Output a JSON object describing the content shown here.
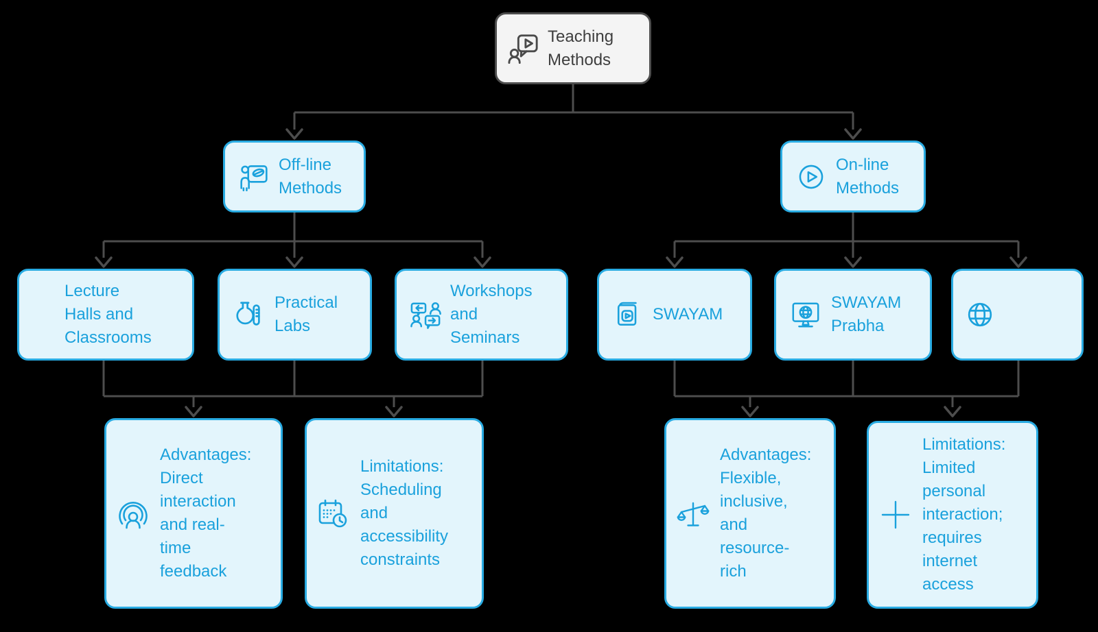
{
  "diagram_title": "Teaching Methods mind map",
  "colors": {
    "background": "#000000",
    "node_fill": "#e3f5fc",
    "node_border": "#29abe2",
    "node_text": "#1aa1dc",
    "root_fill": "#f4f4f4",
    "root_border": "#4d4d4d",
    "root_text": "#3f3f3f",
    "connector": "#4d4d4d"
  },
  "nodes": {
    "teaching": {
      "label": "Teaching\nMethods",
      "icon": "presenter-play-bubble-icon"
    },
    "offline": {
      "label": "Off-line\nMethods",
      "icon": "teacher-whiteboard-icon"
    },
    "online": {
      "label": "On-line\nMethods",
      "icon": "play-circle-icon"
    },
    "lecture": {
      "label": "Lecture\nHalls and\nClassrooms"
    },
    "labs": {
      "label": "Practical\nLabs",
      "icon": "flask-testtube-icon"
    },
    "workshops": {
      "label": "Workshops\nand\nSeminars",
      "icon": "group-discussion-icon"
    },
    "swayam": {
      "label": "SWAYAM",
      "icon": "video-book-icon"
    },
    "prabha": {
      "label": "SWAYAM\nPrabha",
      "icon": "tv-globe-icon"
    },
    "web": {
      "label": "",
      "icon": "globe-icon"
    },
    "adv_offline": {
      "label": "Advantages:\nDirect\ninteraction\nand real-\ntime\nfeedback",
      "icon": "broadcast-person-icon"
    },
    "lim_offline": {
      "label": "Limitations:\nScheduling\nand\naccessibility\nconstraints",
      "icon": "calendar-clock-icon"
    },
    "adv_online": {
      "label": "Advantages:\nFlexible,\ninclusive,\nand\nresource-\nrich",
      "icon": "balance-scales-icon"
    },
    "lim_online": {
      "label": "Limitations:\nLimited\npersonal\ninteraction;\nrequires\ninternet\naccess",
      "icon": "plus-icon"
    }
  }
}
